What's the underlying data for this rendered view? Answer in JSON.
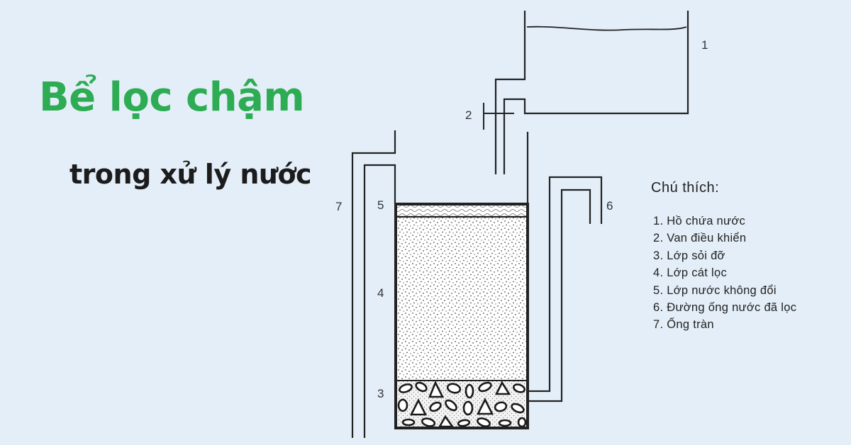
{
  "title": "Bể lọc chậm",
  "subtitle": "trong xử lý nước",
  "labels": {
    "n1": "1",
    "n2": "2",
    "n3": "3",
    "n4": "4",
    "n5": "5",
    "n6": "6",
    "n7": "7"
  },
  "legend": {
    "title": "Chú thích:",
    "items": [
      "1. Hồ chứa nước",
      "2. Van điều khiển",
      "3. Lớp sỏi đỡ",
      "4. Lớp cát lọc",
      "5. Lớp nước không đổi",
      "6. Đường ống nước đã lọc",
      "7. Ống tràn"
    ]
  },
  "colors": {
    "background": "#e3eef8",
    "title": "#2eac53",
    "subtitle": "#1c1c1c",
    "lines": "#222222"
  }
}
